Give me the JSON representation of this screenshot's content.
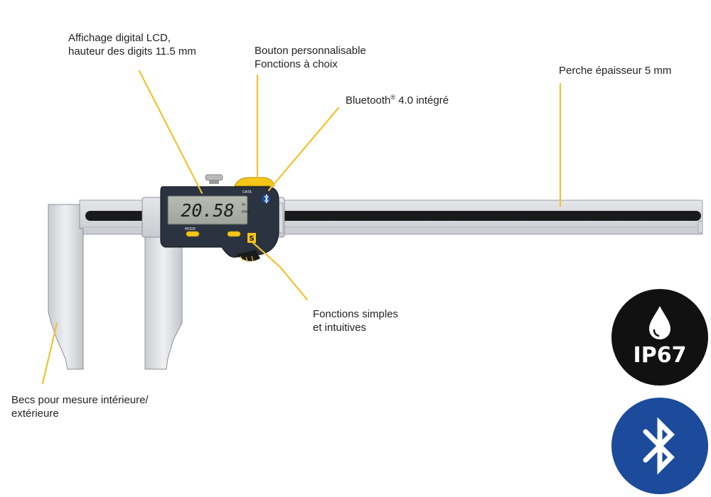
{
  "annotations": {
    "lcd_line1": "Affichage digital LCD,",
    "lcd_line2": "hauteur des digits 11.5 mm",
    "button_line1": "Bouton personnalisable",
    "button_line2": "Fonctions à choix",
    "bt_prefix": "Bluetooth",
    "bt_reg": "®",
    "bt_suffix": " 4.0 intégré",
    "beam": "Perche épaisseur 5 mm",
    "functions_line1": "Fonctions simples",
    "functions_line2": "et intuitives",
    "jaws_line1": "Becs pour mesure intérieure/",
    "jaws_line2": "extérieure"
  },
  "display": {
    "reading": "20.58"
  },
  "badges": {
    "ip_rating": "IP67",
    "ip_icon": "water-drop-icon",
    "bluetooth_icon": "bluetooth-icon"
  },
  "colors": {
    "leader": "#f2c230",
    "bluetooth_badge": "#1b4b9a",
    "ip_badge": "#111111",
    "accent_yellow": "#f5c518"
  }
}
